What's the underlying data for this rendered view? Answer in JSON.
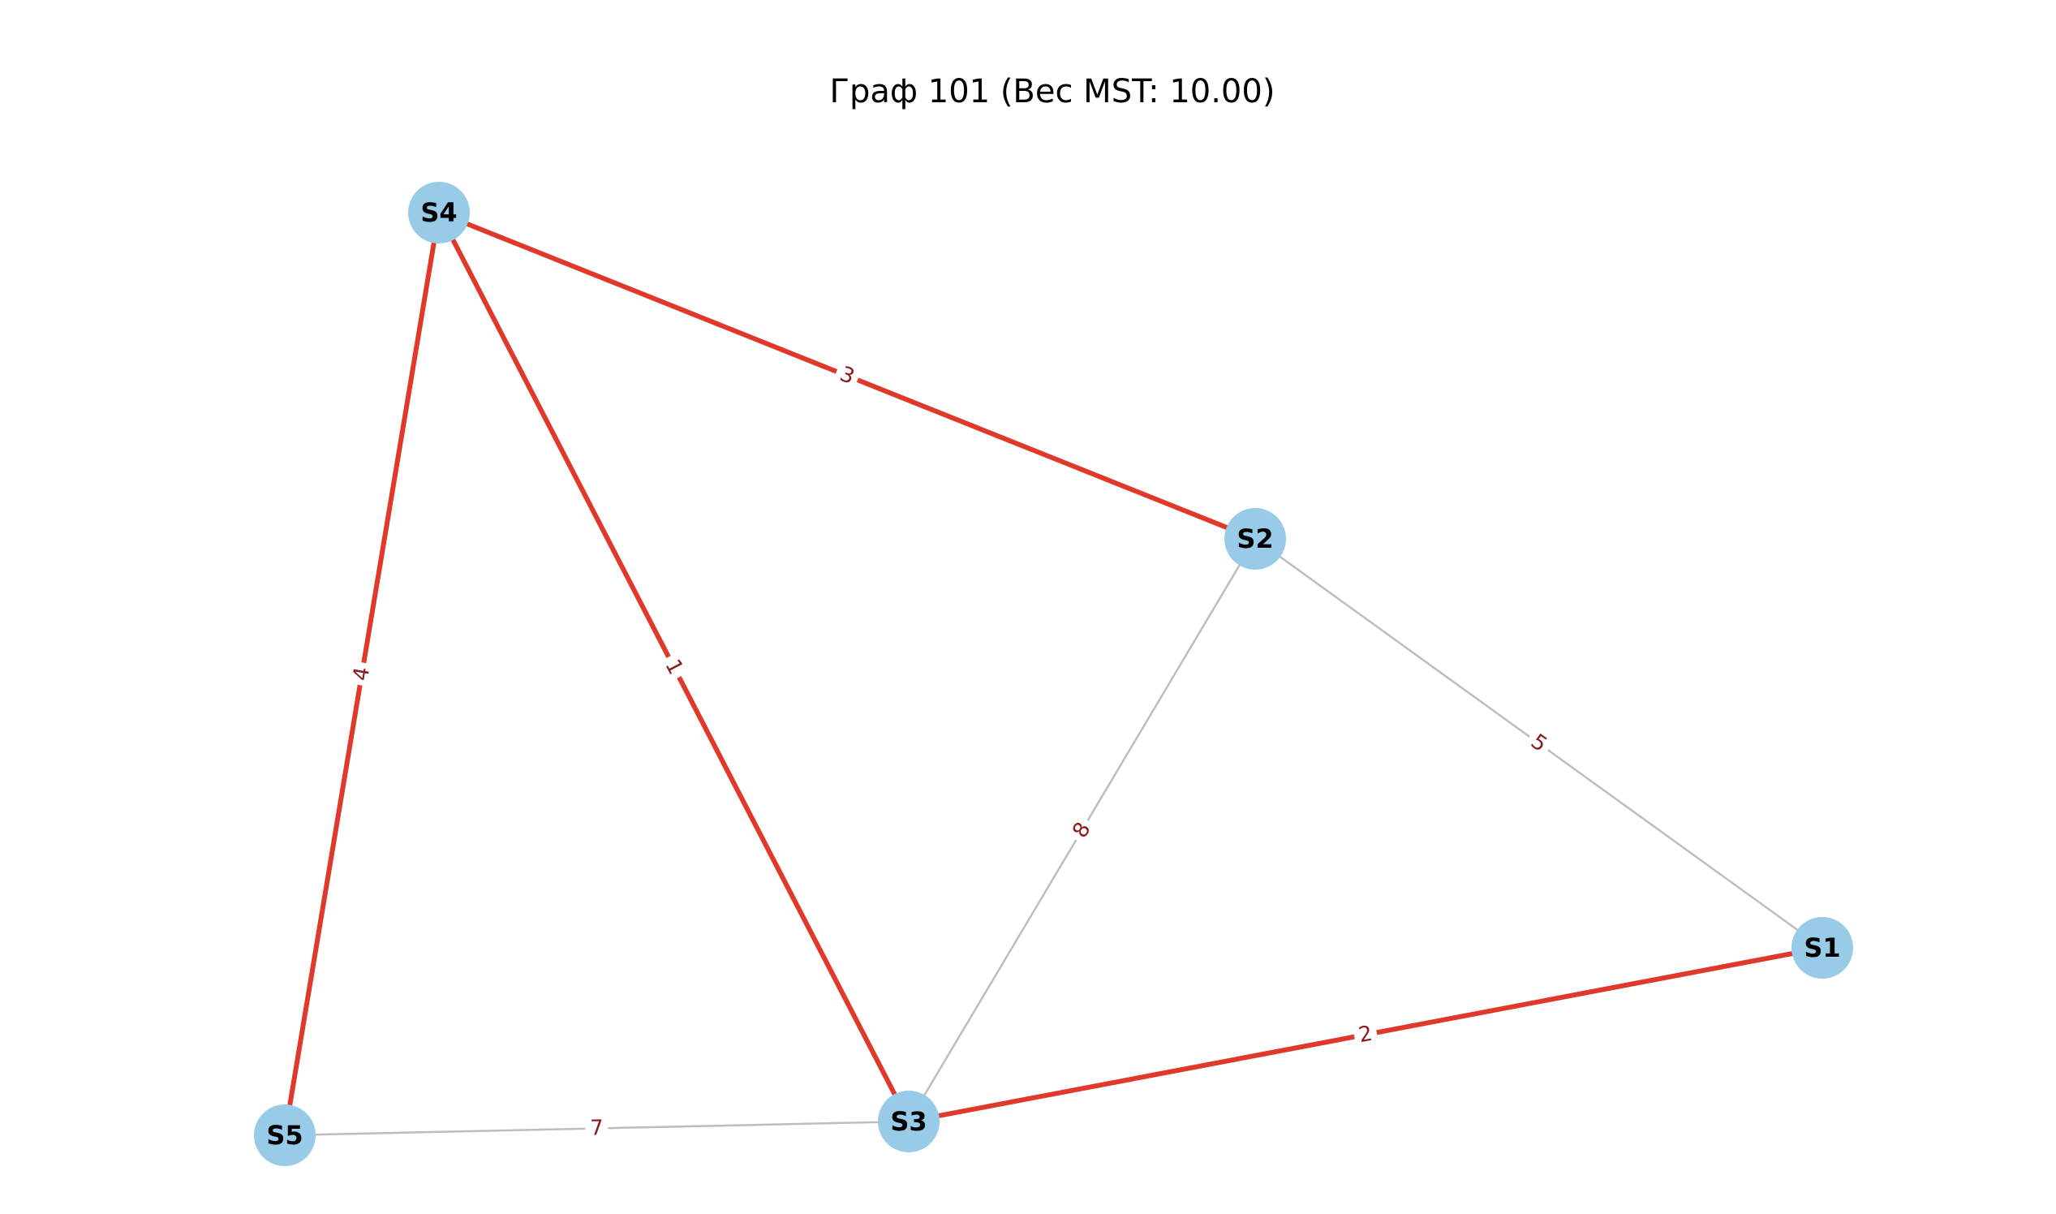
{
  "title": "Граф 101 (Вес MST: 10.00)",
  "colors": {
    "node_fill": "#97cbe8",
    "mst_edge": "#e0392b",
    "other_edge": "#bdbdbd",
    "edge_label": "#8b1a1a",
    "label_bg": "#ffffff"
  },
  "nodes": [
    {
      "id": "S1",
      "label": "S1"
    },
    {
      "id": "S2",
      "label": "S2"
    },
    {
      "id": "S3",
      "label": "S3"
    },
    {
      "id": "S4",
      "label": "S4"
    },
    {
      "id": "S5",
      "label": "S5"
    }
  ],
  "edges": [
    {
      "from": "S4",
      "to": "S2",
      "weight": "3",
      "in_mst": true
    },
    {
      "from": "S4",
      "to": "S3",
      "weight": "1",
      "in_mst": true
    },
    {
      "from": "S4",
      "to": "S5",
      "weight": "4",
      "in_mst": true
    },
    {
      "from": "S3",
      "to": "S1",
      "weight": "2",
      "in_mst": true
    },
    {
      "from": "S2",
      "to": "S1",
      "weight": "5",
      "in_mst": false
    },
    {
      "from": "S2",
      "to": "S3",
      "weight": "8",
      "in_mst": false
    },
    {
      "from": "S5",
      "to": "S3",
      "weight": "7",
      "in_mst": false
    }
  ]
}
